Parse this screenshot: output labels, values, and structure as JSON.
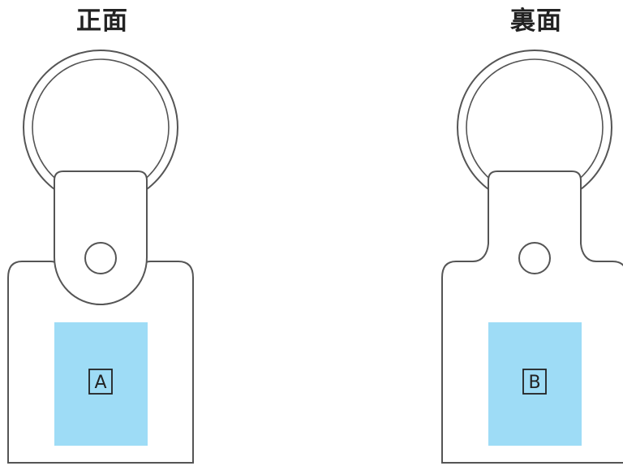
{
  "views": {
    "front": {
      "title": "正面",
      "area_label": "A",
      "print_area_color": "#9edcf6"
    },
    "back": {
      "title": "裏面",
      "area_label": "B",
      "print_area_color": "#9edcf6"
    }
  },
  "outline_color": "#555555"
}
